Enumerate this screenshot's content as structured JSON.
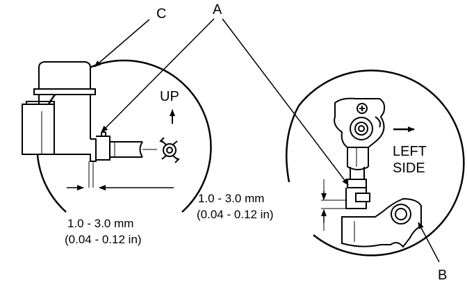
{
  "callouts": {
    "a": "A",
    "b": "B",
    "c": "C"
  },
  "left_view": {
    "direction_label": "UP",
    "measurement_line1": "1.0 - 3.0 mm",
    "measurement_line2": "(0.04 - 0.12 in)"
  },
  "right_view": {
    "direction_line1": "LEFT",
    "direction_line2": "SIDE",
    "measurement_line1": "1.0 - 3.0 mm",
    "measurement_line2": "(0.04 - 0.12 in)"
  },
  "colors": {
    "line": "#000000",
    "background": "#ffffff"
  }
}
